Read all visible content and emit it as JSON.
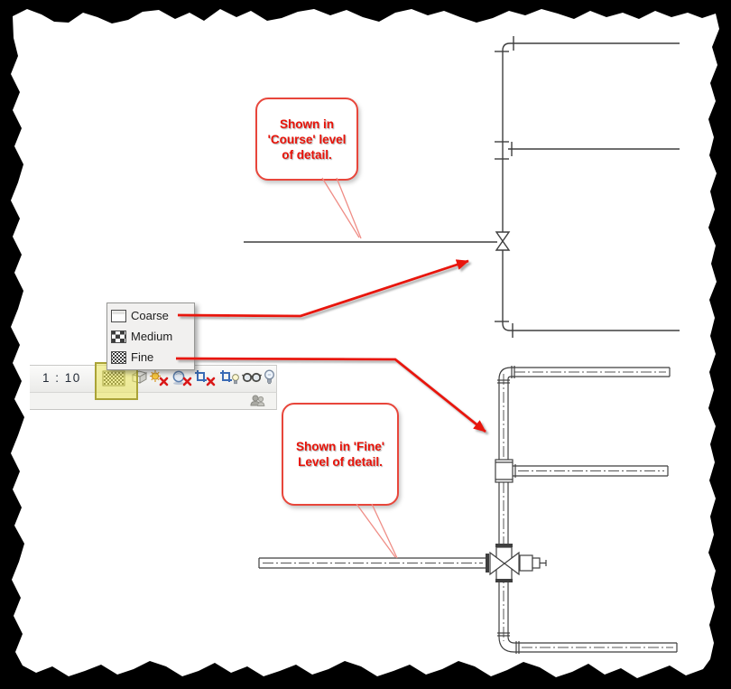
{
  "callouts": {
    "coarse": {
      "lines": [
        "Shown in",
        "'Course' level",
        "of detail."
      ]
    },
    "fine": {
      "lines": [
        "Shown in 'Fine'",
        "Level of detail."
      ]
    }
  },
  "detail_menu": {
    "items": [
      {
        "label": "Coarse",
        "icon": "coarse-detail-swatch-icon"
      },
      {
        "label": "Medium",
        "icon": "medium-detail-swatch-icon"
      },
      {
        "label": "Fine",
        "icon": "fine-detail-swatch-icon"
      }
    ]
  },
  "view_control_bar": {
    "scale_label": "1 : 10",
    "icons": [
      "detail-level-icon",
      "visual-style-icon",
      "sun-path-off-icon",
      "shadows-off-icon",
      "crop-view-icon",
      "show-crop-region-icon",
      "temporary-hide-isolate-icon",
      "reveal-hidden-elements-icon",
      "worksharing-display-icon"
    ],
    "highlighted_icon": "detail-level-icon"
  },
  "colors": {
    "annotation_red": "#e81309",
    "callout_border_red": "#e8463b",
    "highlight_yellow": "#ebe655",
    "drawing_line": "#3f3f3f"
  }
}
